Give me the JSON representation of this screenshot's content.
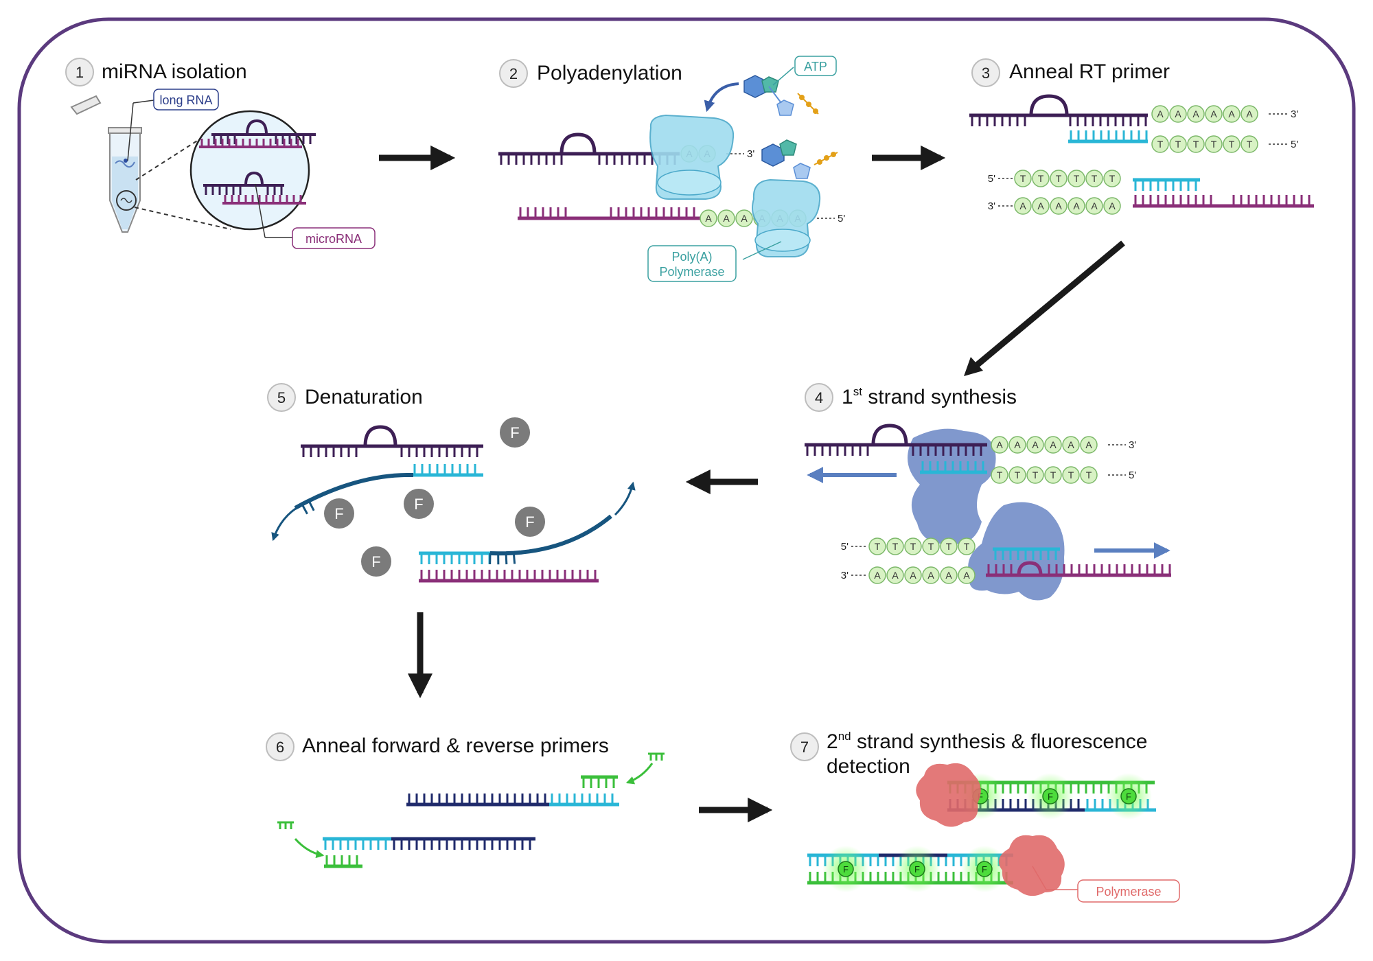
{
  "steps": [
    {
      "num": "1",
      "title": "miRNA isolation"
    },
    {
      "num": "2",
      "title": "Polyadenylation"
    },
    {
      "num": "3",
      "title": "Anneal RT primer"
    },
    {
      "num": "4",
      "title_sup": "st",
      "title_main": "1",
      "title_rest": " strand synthesis"
    },
    {
      "num": "5",
      "title": "Denaturation"
    },
    {
      "num": "6",
      "title": "Anneal forward & reverse primers"
    },
    {
      "num": "7",
      "title_main": "2",
      "title_sup": "nd",
      "title_rest": " strand synthesis & fluorescence",
      "title_line2": "detection"
    }
  ],
  "labels": {
    "long_rna": "long RNA",
    "microrna": "microRNA",
    "atp": "ATP",
    "poly_a": "Poly(A)",
    "polymerase_word": "Polymerase",
    "polymerase": "Polymerase",
    "three_prime": "3'",
    "five_prime": "5'",
    "base_a": "A",
    "base_t": "T",
    "fluor": "F"
  },
  "colors": {
    "border": "#5b3a7e",
    "mirna_dark": "#3d1f55",
    "mirna": "#8a2f78",
    "cyan": "#29b6d6",
    "navy": "#1f2a6b",
    "dark_teal": "#17557f",
    "green": "#3bbf3b",
    "bead_fill": "#d8f2c4",
    "bead_stroke": "#7cb86a",
    "enzyme": "#9fdcef",
    "rt_enzyme": "#6a86c4",
    "fluor_grey": "#7b7b7b",
    "poly_red": "#e06a6a",
    "arrow": "#1a1a1a"
  }
}
